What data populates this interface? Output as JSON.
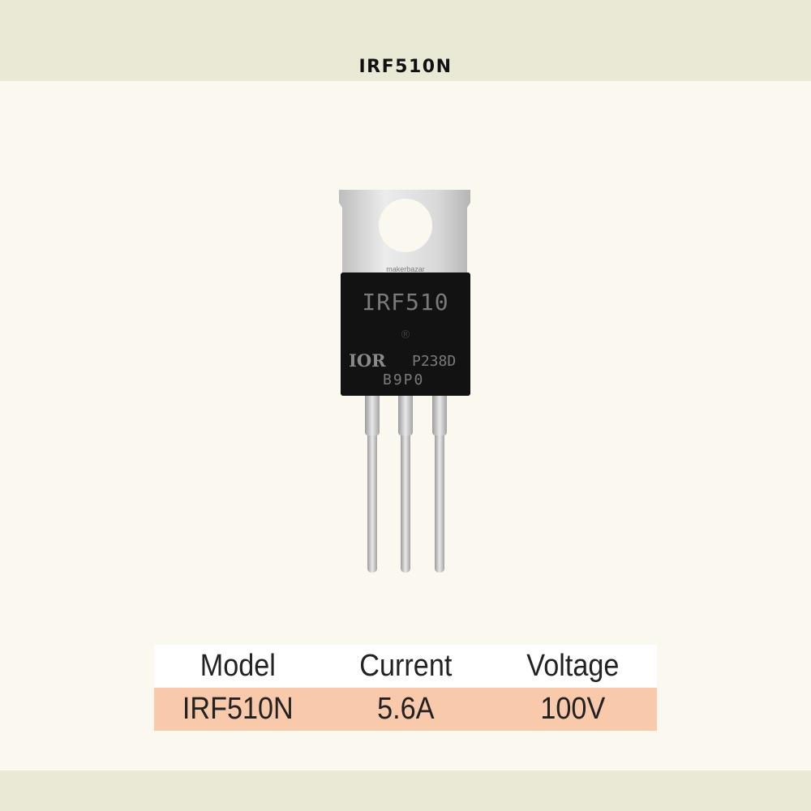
{
  "header": {
    "title": "IRF510N"
  },
  "chip": {
    "marking_line1": "IRF510",
    "marking_line2": "P238D",
    "marking_line3": "B9P0",
    "logo_text": "IOR",
    "watermark": "makerbazar"
  },
  "spec_table": {
    "headers": [
      "Model",
      "Current",
      "Voltage"
    ],
    "row": [
      "IRF510N",
      "5.6A",
      "100V"
    ],
    "row_color": "#f8c9ab"
  },
  "colors": {
    "band": "#e9e9d6",
    "background": "#fbf8f0",
    "package": "#121212",
    "tab": "#d4d4d4"
  }
}
